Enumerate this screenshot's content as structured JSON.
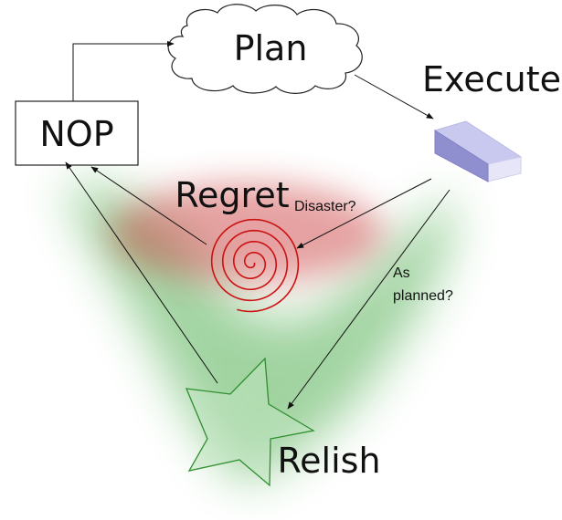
{
  "nodes": {
    "plan": {
      "label": "Plan"
    },
    "execute": {
      "label": "Execute"
    },
    "nop": {
      "label": "NOP"
    },
    "regret": {
      "label": "Regret"
    },
    "relish": {
      "label": "Relish"
    }
  },
  "edges": {
    "disaster": {
      "label": "Disaster?"
    },
    "as_planned_line1": {
      "label": "As"
    },
    "as_planned_line2": {
      "label": "planned?"
    }
  },
  "colors": {
    "regret_glow": "#c83232",
    "relish_glow": "#2e9e2e",
    "spiral": "#cc1111",
    "star_stroke": "#2f8f2f",
    "star_fill": "#bfe3bf",
    "box_front": "#8f8fd0",
    "box_top": "#c9c9ef",
    "box_side": "#e6e6f8"
  },
  "icons": {
    "plan": "cloud-shape",
    "execute": "3d-box-shape",
    "regret": "spiral-shape",
    "relish": "star-shape"
  }
}
